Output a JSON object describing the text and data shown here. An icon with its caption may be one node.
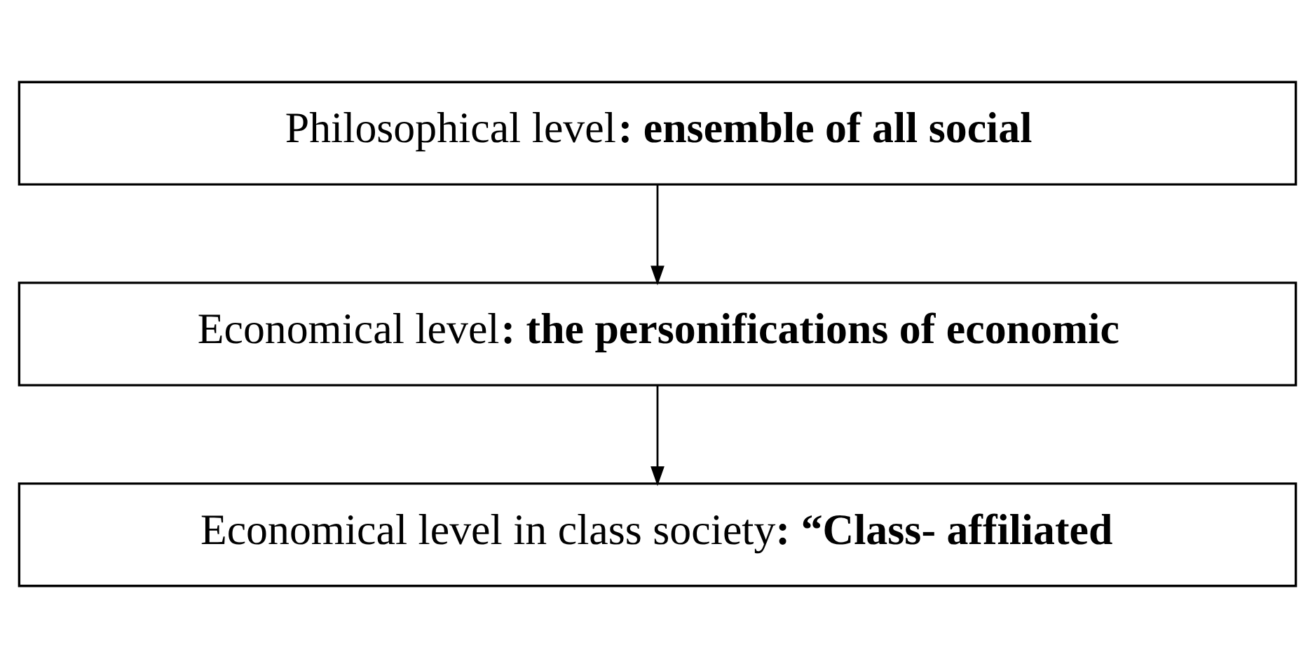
{
  "diagram": {
    "nodes": [
      {
        "text": [
          "Philosophical level**: ensemble of all social**"
        ]
      },
      {
        "text": [
          "Economical level**: the personifications of economic**"
        ]
      },
      {
        "text": [
          "Economical level in class society**: “Class- affiliated**"
        ]
      }
    ],
    "edges": [
      {
        "from": 0,
        "to": 1,
        "arrow": "to"
      },
      {
        "from": 1,
        "to": 2,
        "arrow": "to"
      }
    ]
  }
}
